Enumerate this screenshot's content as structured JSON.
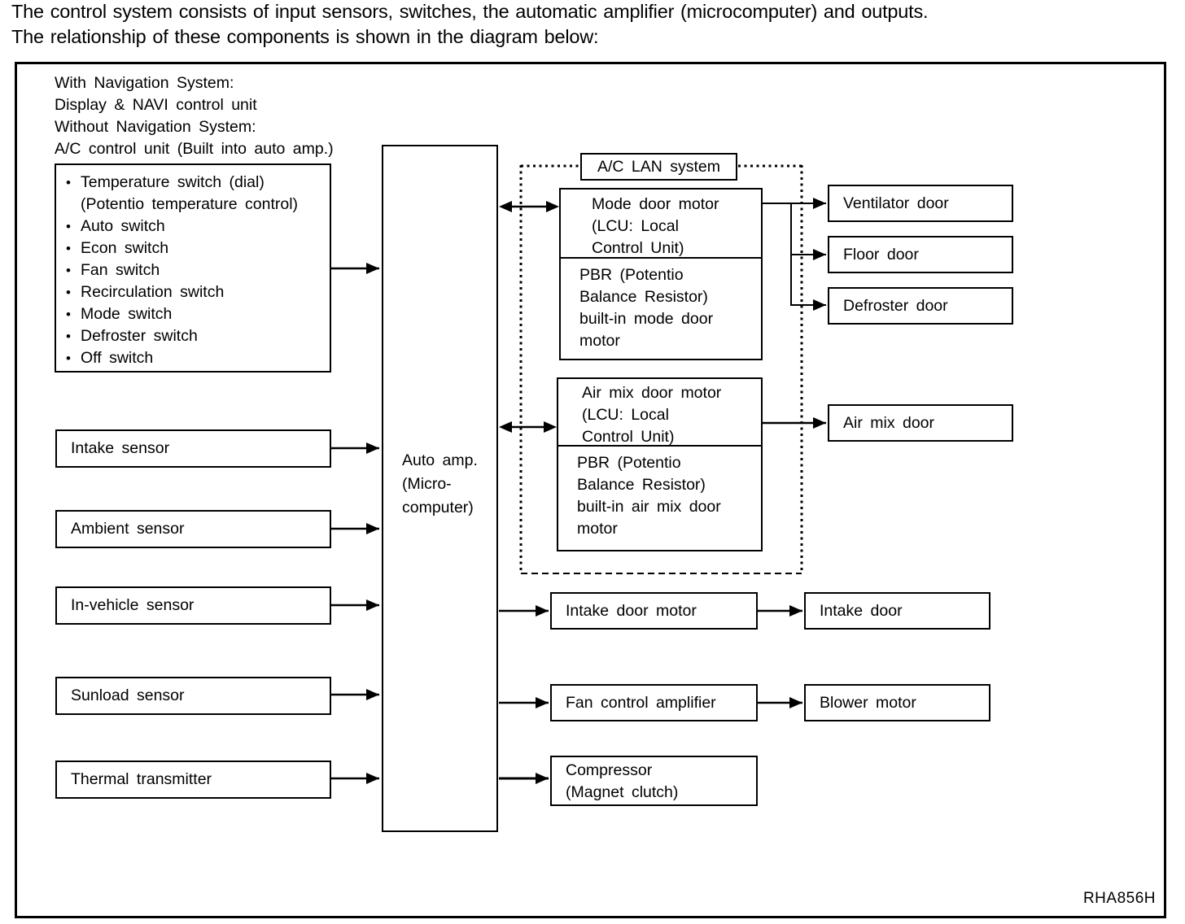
{
  "header": {
    "line1": "The control system consists of input sensors, switches, the automatic amplifier (microcomputer) and outputs.",
    "line2": "The relationship of these components is shown in the diagram below:"
  },
  "diagram": {
    "figure_id": "RHA856H",
    "colors": {
      "ink": "#000000",
      "paper": "#ffffff"
    },
    "nav_note": {
      "line1": "With Navigation System:",
      "line2": "Display & NAVI control unit",
      "line3": "Without Navigation System:",
      "line4": "A/C control unit (Built into auto amp.)"
    },
    "input_unit": {
      "bullet": "•",
      "items": [
        {
          "label": "Temperature switch (dial)",
          "sub": "(Potentio temperature control)"
        },
        {
          "label": "Auto switch"
        },
        {
          "label": "Econ switch"
        },
        {
          "label": "Fan switch"
        },
        {
          "label": "Recirculation switch"
        },
        {
          "label": "Mode switch"
        },
        {
          "label": "Defroster switch"
        },
        {
          "label": "Off switch"
        }
      ]
    },
    "sensors": [
      {
        "label": "Intake sensor"
      },
      {
        "label": "Ambient sensor"
      },
      {
        "label": "In-vehicle sensor"
      },
      {
        "label": "Sunload sensor"
      },
      {
        "label": "Thermal transmitter"
      }
    ],
    "auto_amp": {
      "line1": "Auto amp.",
      "line2": "(Micro-",
      "line3": "computer)"
    },
    "lan": {
      "label": "A/C LAN system",
      "mode_door_motor": {
        "top": [
          "Mode door motor",
          "(LCU: Local",
          "Control Unit)"
        ],
        "bottom": [
          "PBR (Potentio",
          "Balance Resistor)",
          "built-in mode door",
          "motor"
        ]
      },
      "air_mix_door_motor": {
        "top": [
          "Air mix door motor",
          "(LCU: Local",
          "Control Unit)"
        ],
        "bottom": [
          "PBR (Potentio",
          "Balance Resistor)",
          "built-in air mix door",
          "motor"
        ]
      }
    },
    "outputs": {
      "ventilator_door": "Ventilator door",
      "floor_door": "Floor door",
      "defroster_door": "Defroster door",
      "air_mix_door": "Air mix door",
      "intake_door_motor": "Intake door motor",
      "intake_door": "Intake door",
      "fan_control_amplifier": "Fan control amplifier",
      "blower_motor": "Blower motor",
      "compressor_line1": "Compressor",
      "compressor_line2": "(Magnet clutch)"
    }
  }
}
